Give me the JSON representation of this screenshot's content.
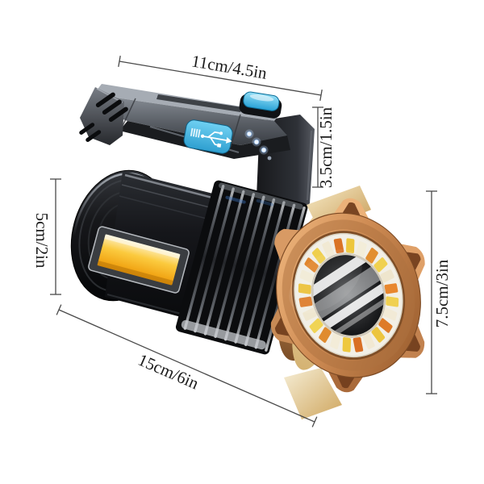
{
  "annotations": {
    "handle_length": "11cm/4.5in",
    "handle_height": "3.5cm/1.5in",
    "tail_diameter": "5cm/2in",
    "head_diameter": "7.5cm/3in",
    "body_length": "15cm/6in"
  },
  "icons": {
    "usb_icon": "usb-trident",
    "power_button_icon": "rounded-square-button",
    "indicator_leds_icon": "three-dot-battery-indicator"
  },
  "colors": {
    "background": "#ffffff",
    "dimension_line": "#4a4a4a",
    "label_text": "#1a1a1a",
    "accent_blue": "#3fb6e8",
    "bezel_copper": "#cf8c54",
    "band_champagne": "#f3e2b4",
    "cob_panel_orange": "#f5a81c",
    "body_black": "#0c0d0f",
    "handle_gray": "#6f747c",
    "led_ring_white": "#f2efe6"
  },
  "head": {
    "led_colors": [
      "#e8872f",
      "#f0d052",
      "#f2ead6",
      "#de7b28",
      "#ecc53e",
      "#f1e8d2",
      "#d96f24",
      "#eec83f",
      "#f3ecd8",
      "#e08b2e",
      "#f0d455",
      "#efe7d0",
      "#dd7b29",
      "#ebc139",
      "#f2ebd5",
      "#e1862d",
      "#efcf4d",
      "#f1e9d3",
      "#da7326",
      "#edc63c",
      "#f3edd9",
      "#e28e30",
      "#f0d150",
      "#eee5cd"
    ]
  }
}
